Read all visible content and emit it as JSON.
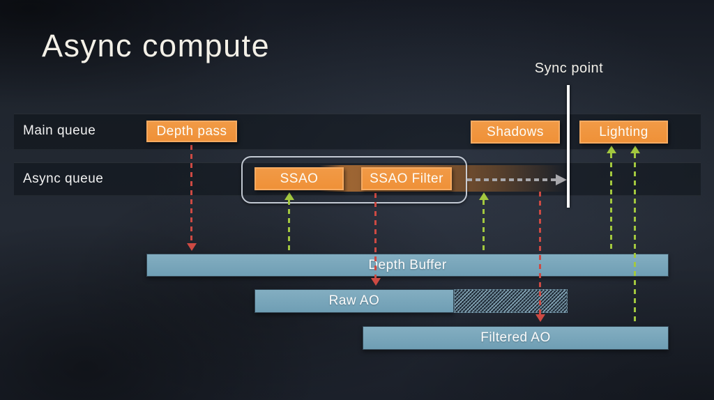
{
  "title": "Async compute",
  "sync_point_label": "Sync point",
  "rows": {
    "main": "Main queue",
    "async": "Async queue"
  },
  "passes": {
    "depth_pass": "Depth pass",
    "shadows": "Shadows",
    "lighting": "Lighting",
    "ssao": "SSAO",
    "ssao_filter": "SSAO Filter"
  },
  "resources": {
    "depth_buffer": "Depth Buffer",
    "raw_ao": "Raw AO",
    "filtered_ao": "Filtered AO"
  },
  "colors": {
    "pass_fill": "#ef9138",
    "pass_border": "#f6ab62",
    "resource_fill_top": "#83aec1",
    "resource_fill_bottom": "#6f9eb4",
    "write_arrow": "#cd4a43",
    "read_arrow": "#a3c83f",
    "continue_arrow": "#a8a8ac",
    "sync_line": "#f7f7f7",
    "trail": "#a0662f",
    "text_light": "#f2f0e9"
  }
}
